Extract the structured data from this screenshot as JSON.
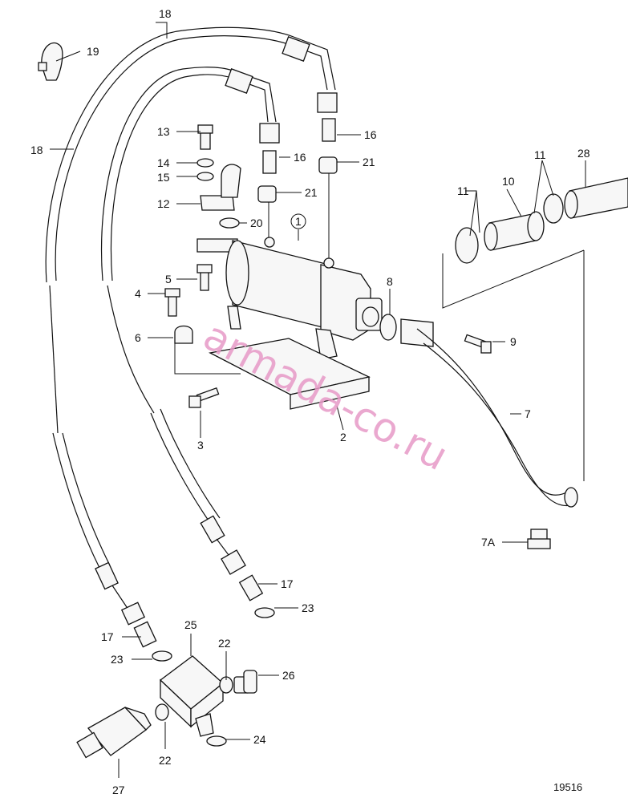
{
  "diagram_code": "19516",
  "watermark": "armada-co.ru",
  "labels": {
    "l18a": "18",
    "l18b": "18",
    "l19": "19",
    "l13": "13",
    "l14": "14",
    "l15": "15",
    "l12": "12",
    "l20": "20",
    "l16a": "16",
    "l16b": "16",
    "l21a": "21",
    "l21b": "21",
    "l1": "1",
    "l5": "5",
    "l4": "4",
    "l6": "6",
    "l3": "3",
    "l2": "2",
    "l8": "8",
    "l9": "9",
    "l7": "7",
    "l7a": "7A",
    "l11a": "11",
    "l11b": "11",
    "l10": "10",
    "l28": "28",
    "l17a": "17",
    "l17b": "17",
    "l23a": "23",
    "l23b": "23",
    "l25": "25",
    "l22a": "22",
    "l22b": "22",
    "l26": "26",
    "l24": "24",
    "l27": "27"
  }
}
